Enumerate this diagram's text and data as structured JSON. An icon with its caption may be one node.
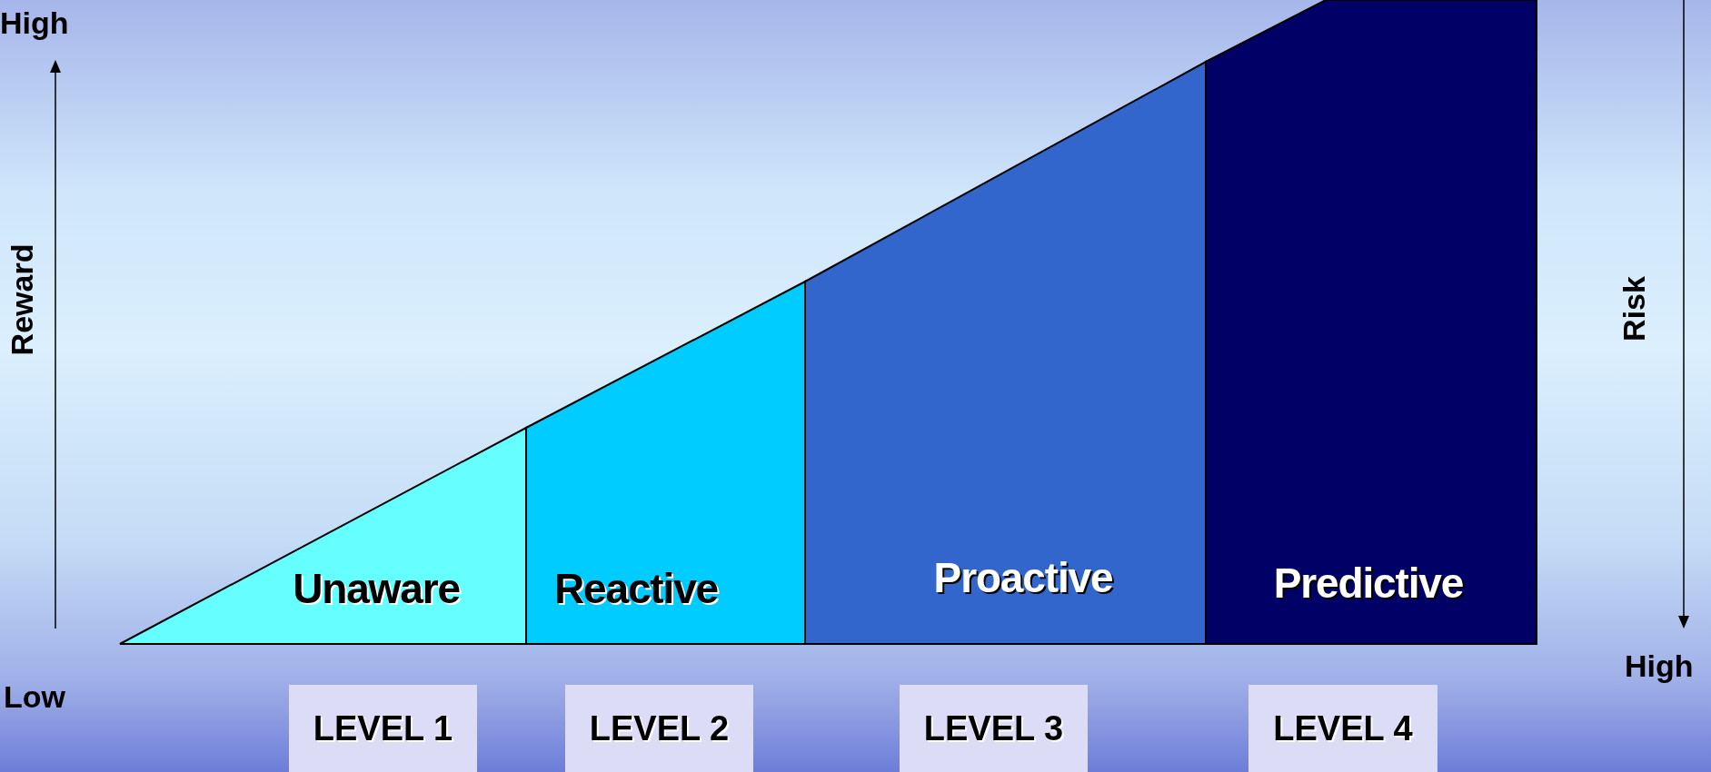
{
  "diagram": {
    "nodes": [
      {
        "text": [
          "Unaware"
        ]
      },
      {
        "text": [
          "Reactive"
        ]
      },
      {
        "text": [
          "Proactive"
        ]
      },
      {
        "text": [
          "Predictive"
        ]
      },
      {
        "text": [
          "LEVEL 1"
        ]
      },
      {
        "text": [
          "LEVEL 2"
        ]
      },
      {
        "text": [
          "LEVEL 3"
        ]
      },
      {
        "text": [
          "LEVEL 4"
        ]
      }
    ],
    "labels": [
      "High",
      "Reward",
      "Low",
      "Risk",
      "High"
    ]
  }
}
